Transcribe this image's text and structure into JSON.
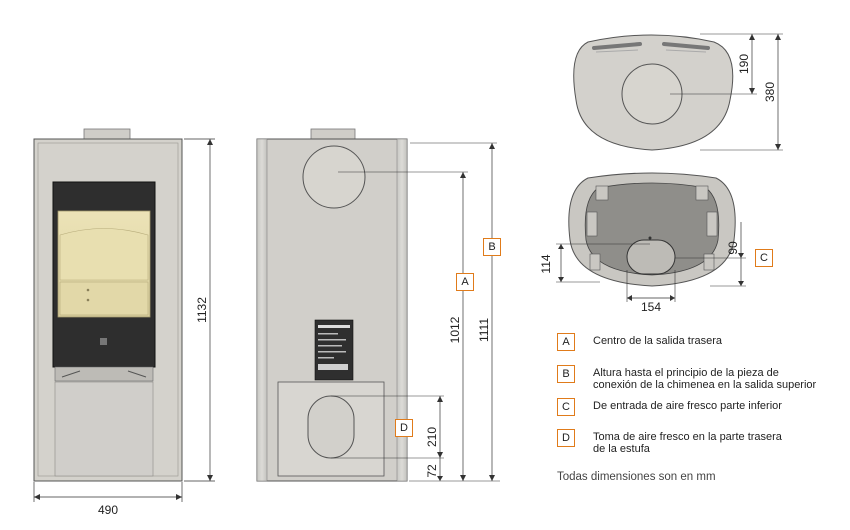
{
  "dimensions": {
    "width": "490",
    "height_total": "1132",
    "height_center_rear": "1012",
    "height_flue": "1111",
    "lower_air": "210",
    "lower_offset": "72",
    "top_depth_1": "190",
    "top_depth_2": "380",
    "bottom_side": "114",
    "bottom_inner": "90",
    "bottom_width": "154"
  },
  "callouts": {
    "a": "A",
    "b": "B",
    "c": "C",
    "d": "D"
  },
  "legend": [
    {
      "key": "A",
      "text": "Centro de la salida trasera"
    },
    {
      "key": "B",
      "text": "Altura hasta el principio de la pieza de\nconexión de la chimenea en la salida superior"
    },
    {
      "key": "C",
      "text": "De entrada de aire fresco parte inferior"
    },
    {
      "key": "D",
      "text": "Toma de aire fresco en la parte trasera\nde la estufa"
    }
  ],
  "note": "Todas dimensiones son en mm",
  "colors": {
    "accent": "#e07b1a",
    "body": "#d4d2cc",
    "frame": "#3a3a3a",
    "glass_inner": "#e6dcae"
  }
}
